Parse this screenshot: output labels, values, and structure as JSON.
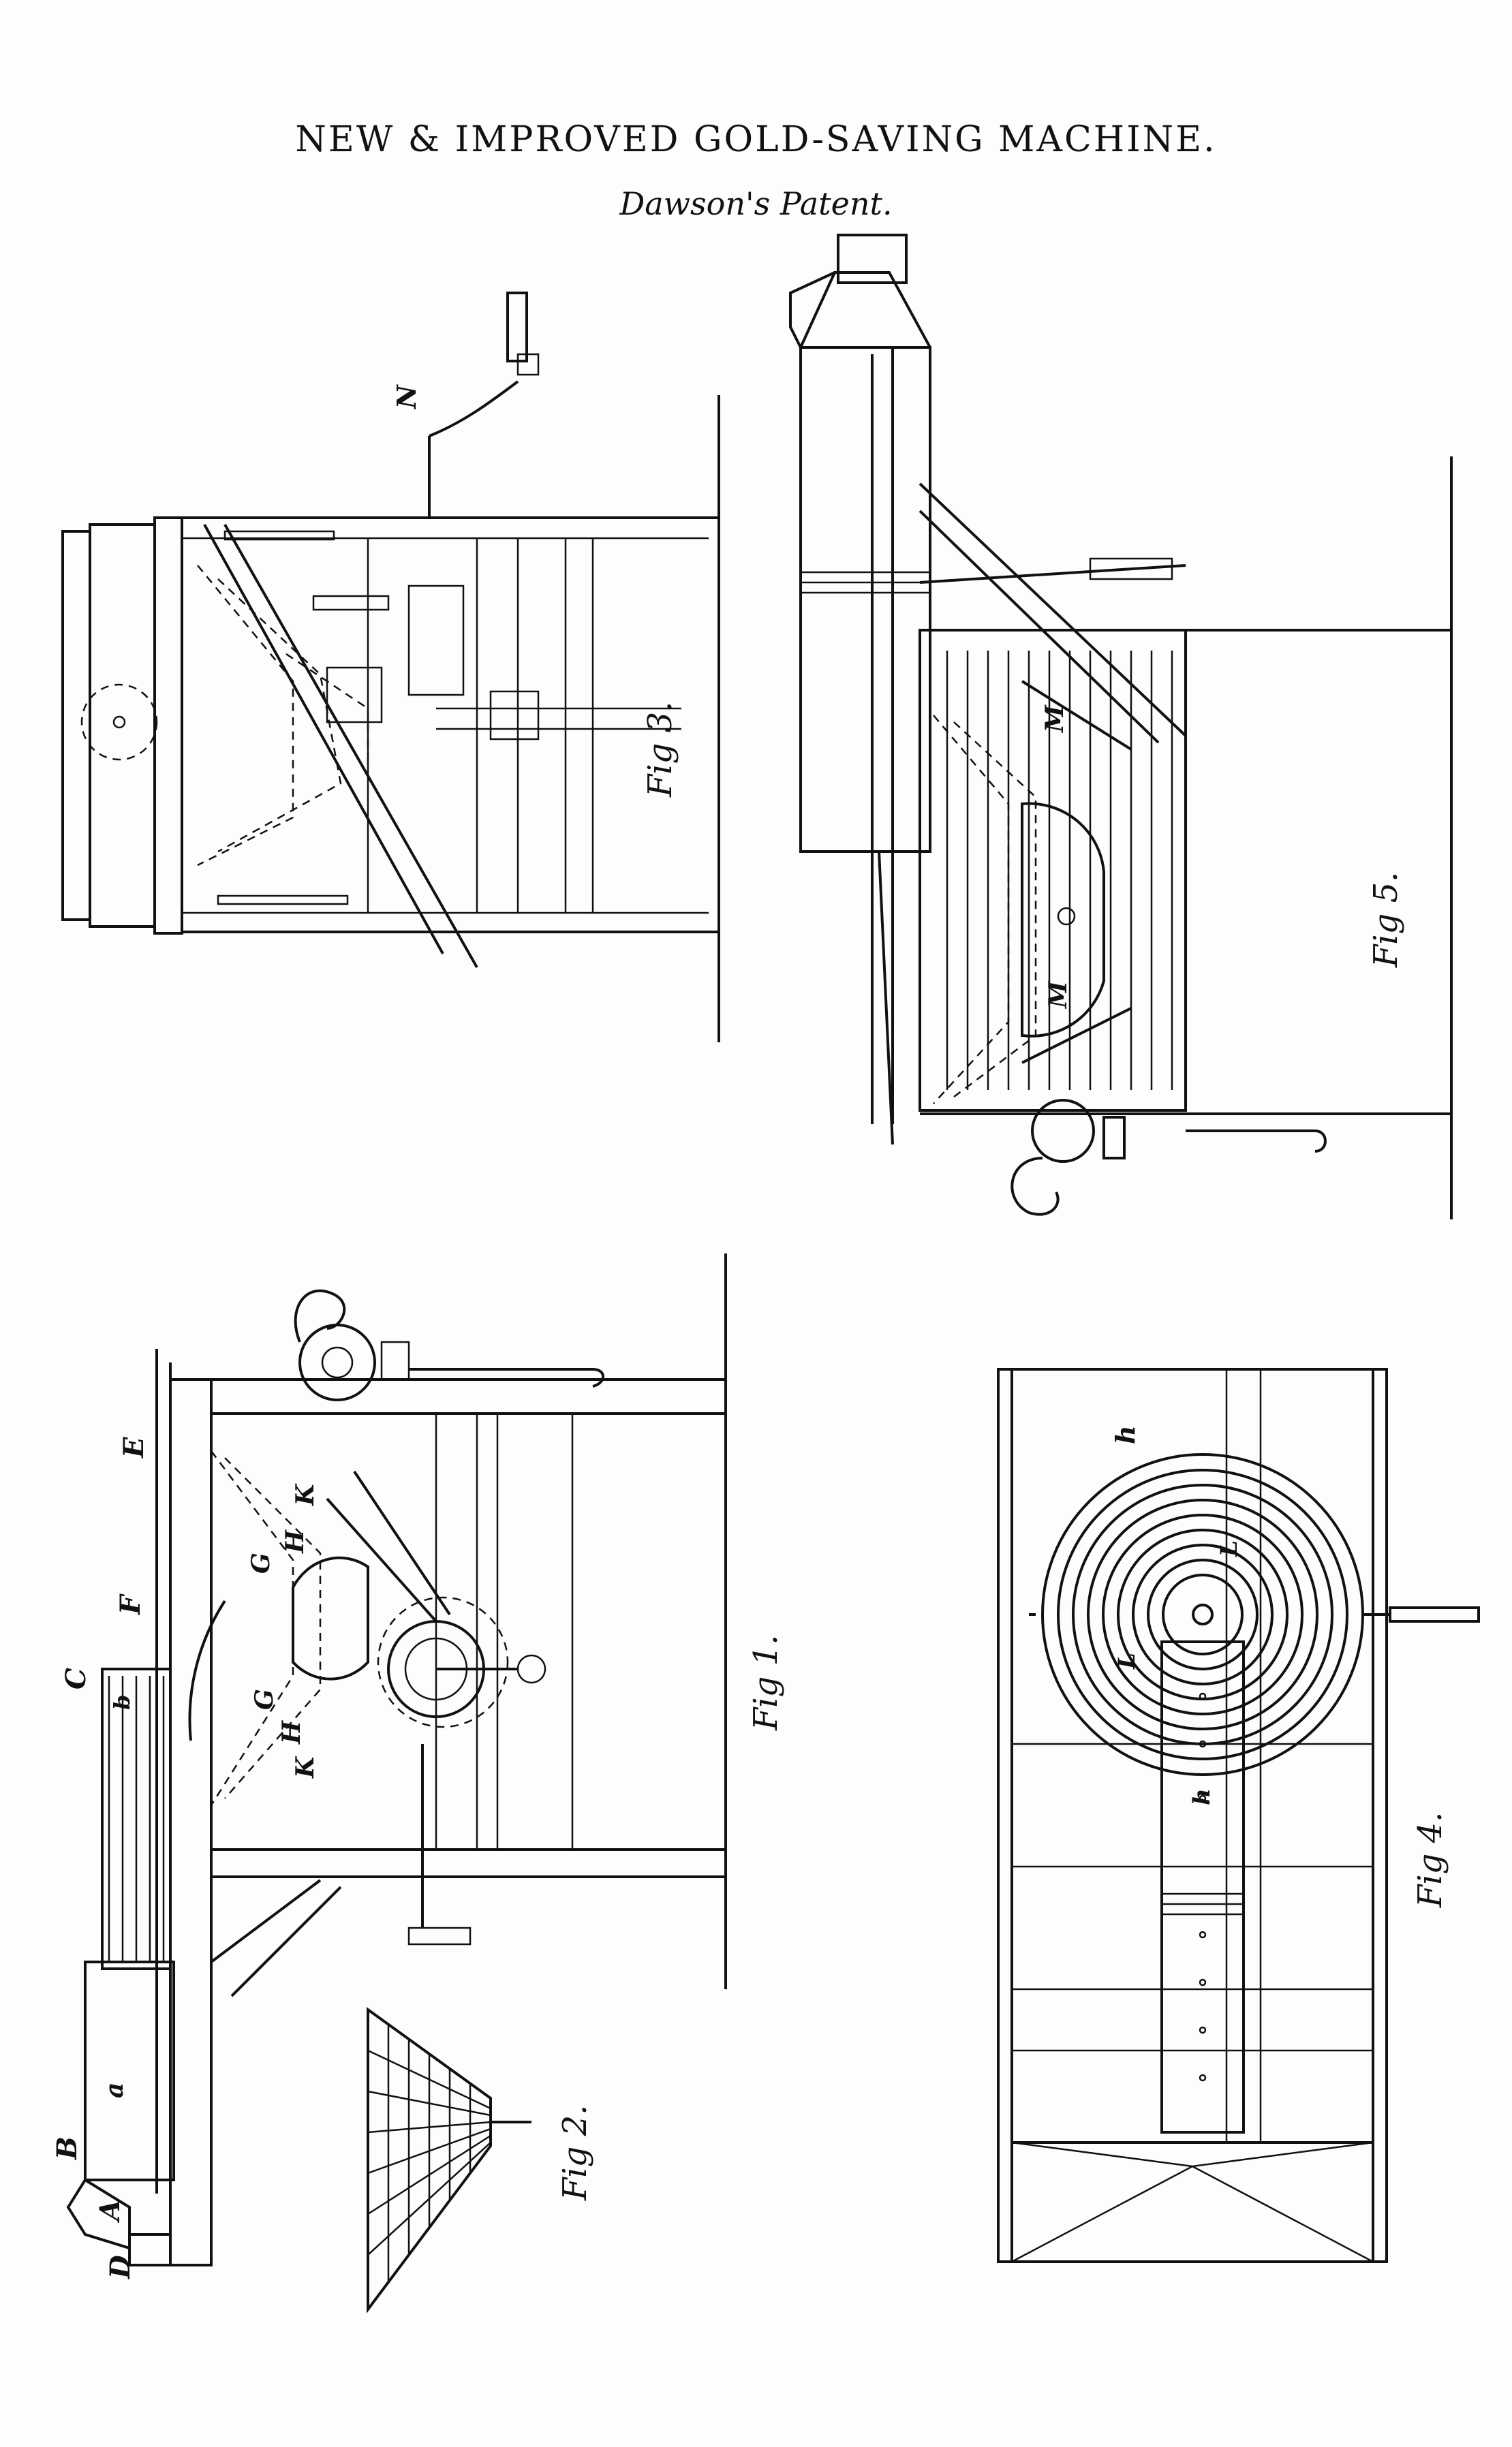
{
  "title": "NEW & IMPROVED GOLD-SAVING MACHINE.",
  "subtitle": "Dawson's Patent.",
  "figures": {
    "fig1": "Fig 1.",
    "fig2": "Fig 2.",
    "fig3": "Fig 3.",
    "fig4": "Fig 4.",
    "fig5": "Fig 5."
  },
  "labels": {
    "A": "A",
    "B": "B",
    "C": "C",
    "D": "D",
    "E": "E",
    "F": "F",
    "G": "G",
    "H": "H",
    "K": "K",
    "L": "L",
    "M": "M",
    "N": "N",
    "a": "a",
    "b": "b",
    "h": "h"
  }
}
